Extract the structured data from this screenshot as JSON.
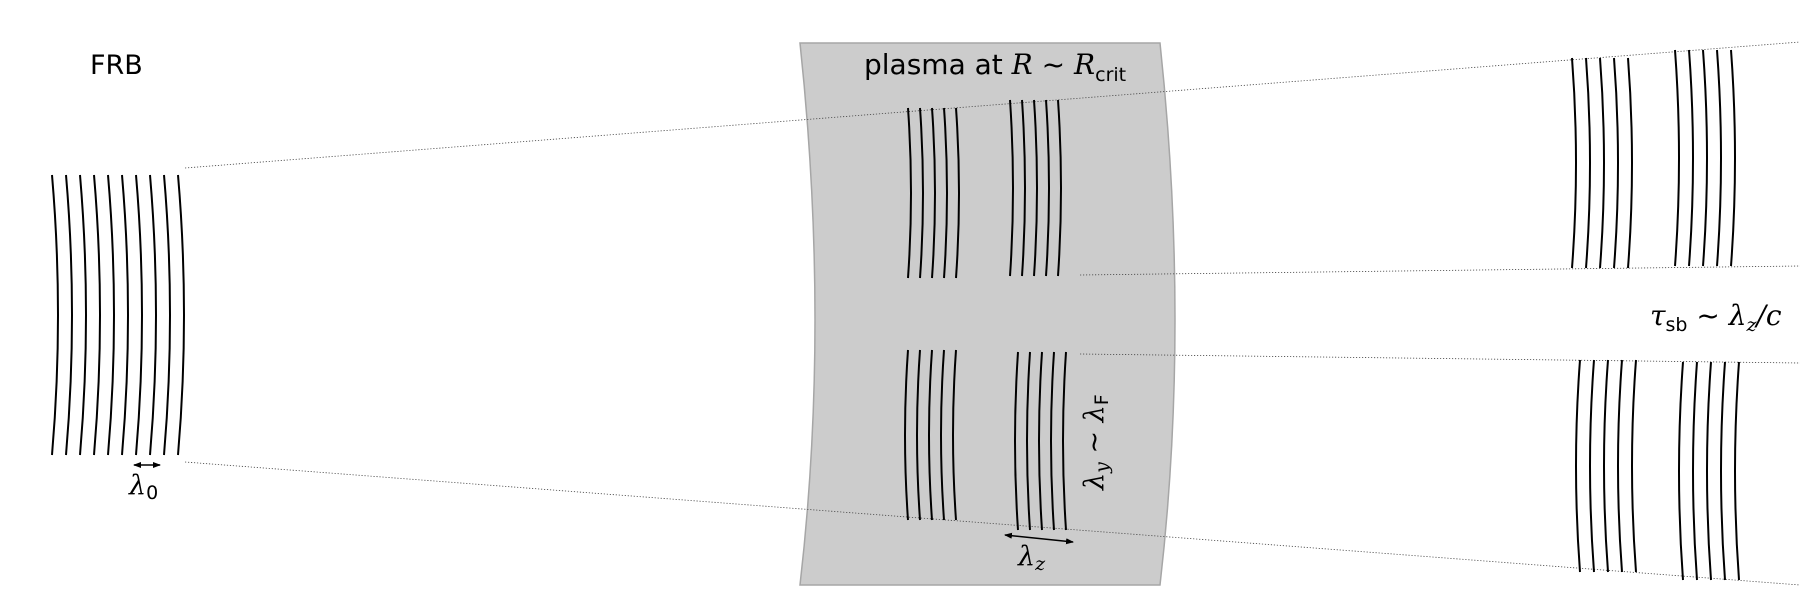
{
  "labels": {
    "source": "FRB",
    "plasma_prefix": "plasma at ",
    "plasma_R": "R",
    "plasma_sim": " ~ ",
    "plasma_Rsub": "crit",
    "lambda0_sym": "λ",
    "lambda0_sub": "0",
    "lambdaz_sym": "λ",
    "lambdaz_sub": "z",
    "lambday_sym": "λ",
    "lambday_sub": "y",
    "lambday_sim": " ~ ",
    "lambdaF_sym": "λ",
    "lambdaF_sub": "F",
    "tau_sym": "τ",
    "tau_sub": "sb",
    "tau_sim": " ~ ",
    "tau_lambda": "λ",
    "tau_lambda_sub": "z",
    "tau_over": "/c"
  },
  "colors": {
    "plasma_fill": "#cccccc",
    "plasma_edge": "#a6a6a6",
    "wavefront": "#000000",
    "ray": "#444444"
  }
}
